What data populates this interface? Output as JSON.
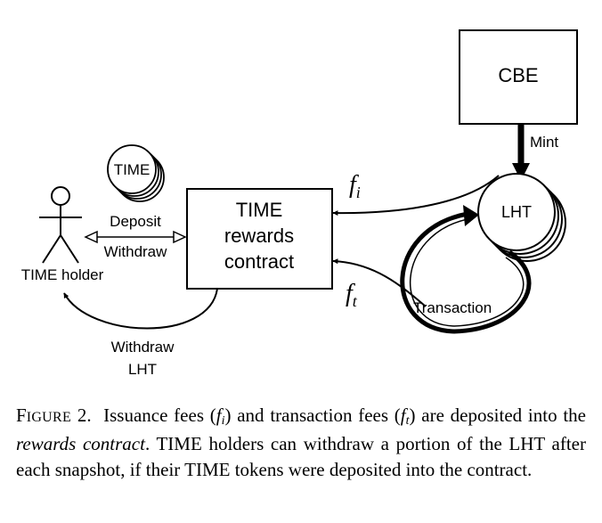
{
  "nodes": {
    "cbe": "CBE",
    "lht": "LHT",
    "time_coin": "TIME",
    "contract_line1": "TIME",
    "contract_line2": "rewards",
    "contract_line3": "contract",
    "holder": "TIME holder"
  },
  "edges": {
    "mint": "Mint",
    "fi_symbol": "f",
    "fi_sub": "i",
    "ft_symbol": "f",
    "ft_sub": "t",
    "transaction": "Transaction",
    "deposit": "Deposit",
    "withdraw": "Withdraw",
    "withdraw_lht_line1": "Withdraw",
    "withdraw_lht_line2": "LHT"
  },
  "caption": {
    "label_first": "F",
    "label_rest": "IGURE",
    "label_number": "2.",
    "text_1": "Issuance fees (",
    "fi_symbol": "f",
    "fi_sub": "i",
    "text_2": ") and transaction fees (",
    "ft_symbol": "f",
    "ft_sub": "t",
    "text_3": ") are deposited into the ",
    "emphasis": "rewards contract",
    "text_4": ". TIME holders can withdraw a portion of the LHT after each snapshot, if their TIME tokens were deposited into the contract."
  }
}
